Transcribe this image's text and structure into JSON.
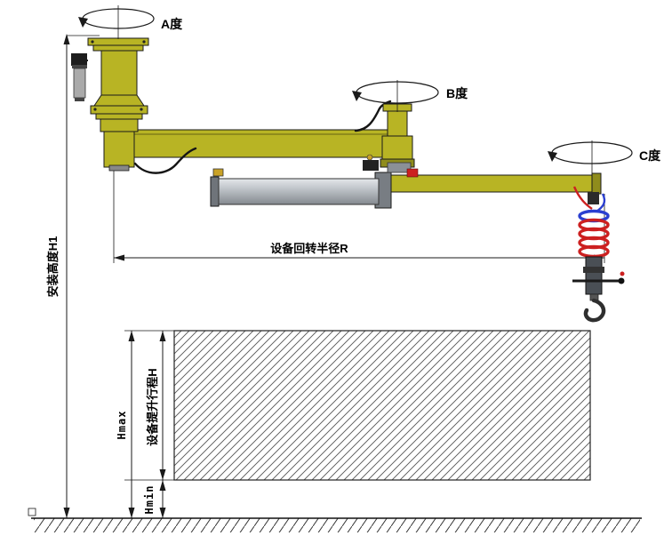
{
  "diagram": {
    "title": "pneumatic-manipulator-installation-diagram",
    "labels": {
      "rotation_a": "A度",
      "rotation_b": "B度",
      "rotation_c": "C度",
      "install_height": "安装高度H1",
      "rotation_radius": "设备回转半径R",
      "hmax": "Hmax",
      "lift_stroke": "设备提升行程H",
      "hmin": "Hmin"
    },
    "colors": {
      "arm_yellow": "#b8b424",
      "arm_yellow_dark": "#8f8c1c",
      "cylinder_gray_light": "#d8dbde",
      "cylinder_gray_dark": "#84898f",
      "metal_gray": "#787d83",
      "hose_red": "#cc2020",
      "coil_blue": "#2a3fd0",
      "brass_fitting": "#c9a227",
      "outline": "#1a1a1a",
      "hatch": "#555555",
      "background": "#ffffff"
    }
  }
}
